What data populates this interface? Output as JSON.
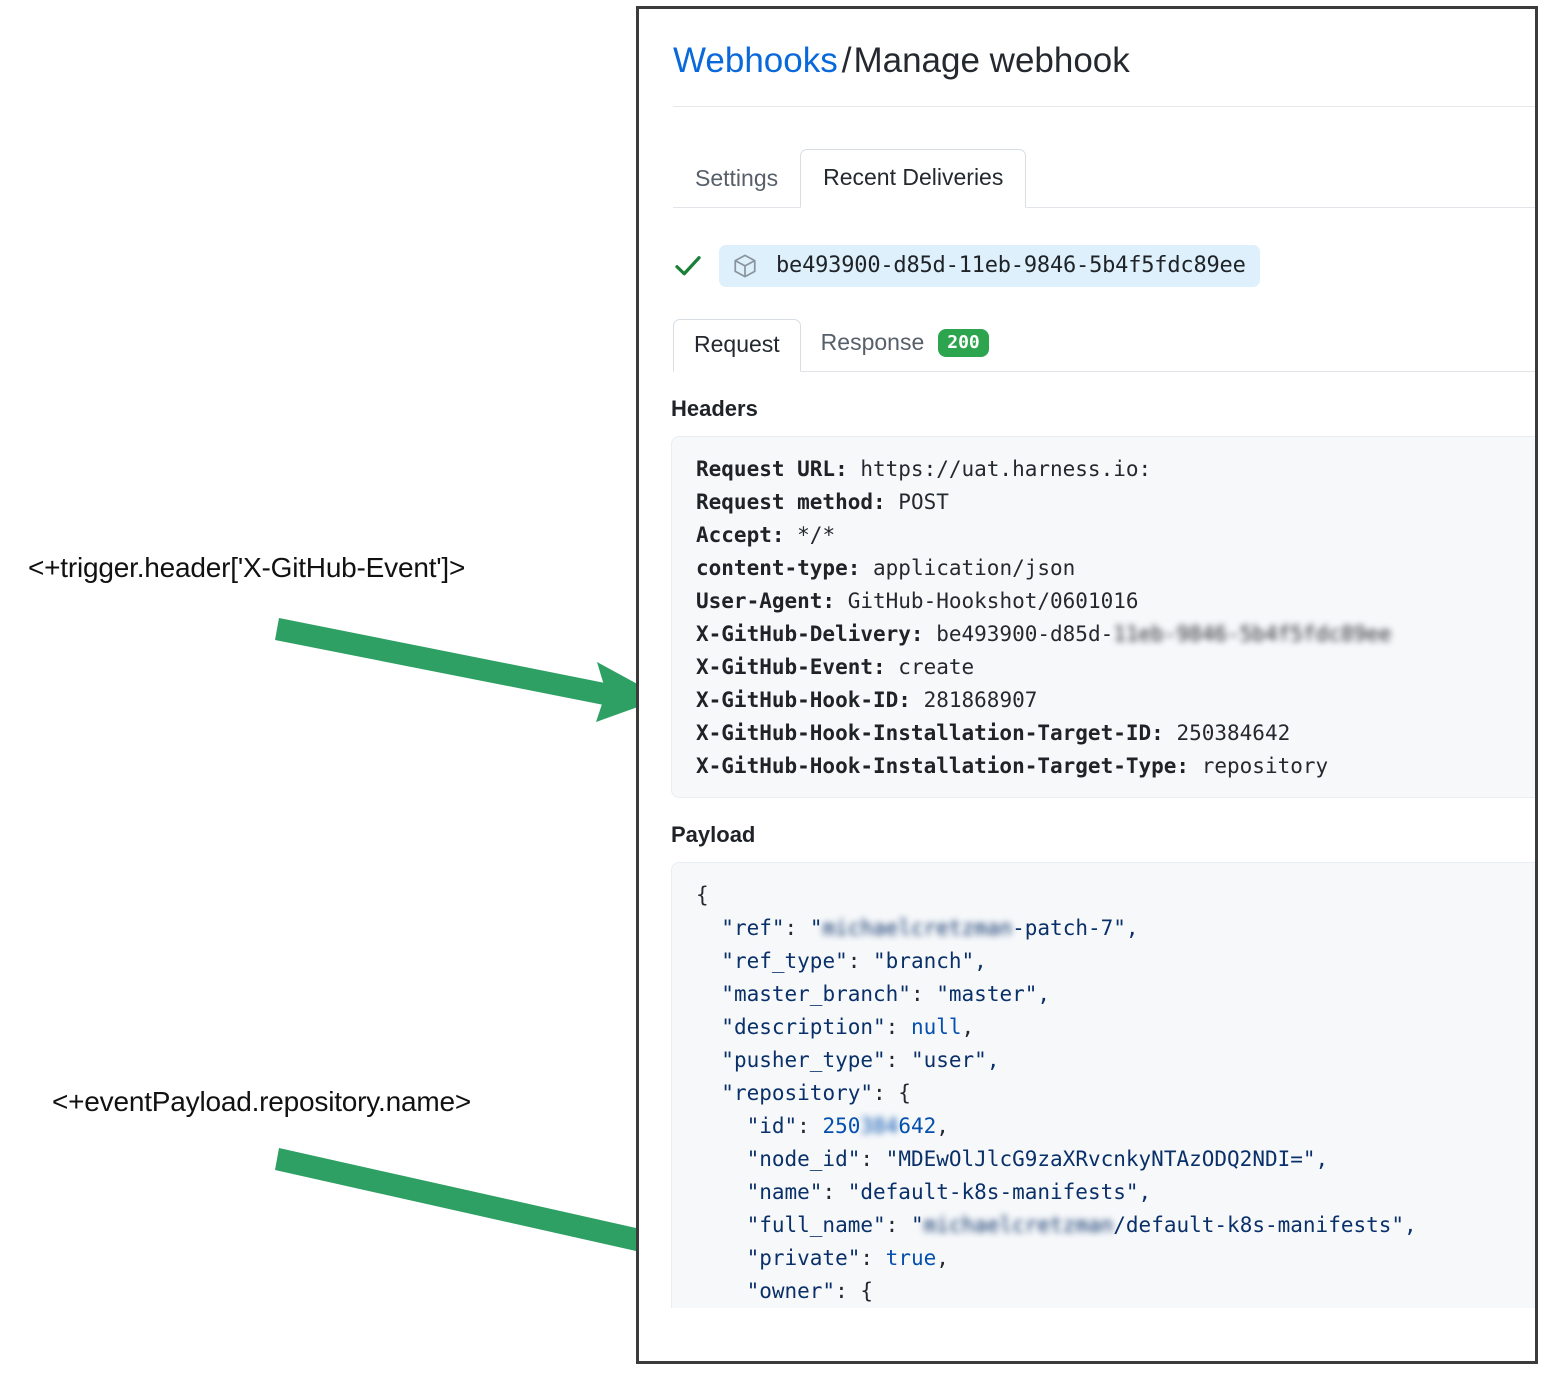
{
  "annotations": [
    {
      "text": "<+trigger.header['X-GitHub-Event']>"
    },
    {
      "text": "<+eventPayload.repository.name>"
    }
  ],
  "colors": {
    "link": "#0969da",
    "arrow_green": "#2ea063",
    "status_green": "#2da44e",
    "pill_blue": "#ddf0fb",
    "code_bg": "#f6f8fa",
    "json_string": "#0a3069",
    "json_literal": "#0550ae"
  },
  "panel": {
    "breadcrumb": {
      "parent": "Webhooks",
      "separator": "/",
      "current": "Manage webhook"
    },
    "tabs": [
      {
        "label": "Settings",
        "active": false
      },
      {
        "label": "Recent Deliveries",
        "active": true
      }
    ],
    "delivery": {
      "status_icon": "check-icon",
      "package_icon": "cube-icon",
      "id": "be493900-d85d-11eb-9846-5b4f5fdc89ee"
    },
    "subtabs": [
      {
        "label": "Request",
        "active": true,
        "badge": null
      },
      {
        "label": "Response",
        "active": false,
        "badge": "200"
      }
    ],
    "headers_section": {
      "title": "Headers",
      "rows": [
        {
          "key": "Request URL:",
          "value": "https://uat.harness.io:",
          "redacted": ""
        },
        {
          "key": "Request method:",
          "value": "POST",
          "redacted": ""
        },
        {
          "key": "Accept:",
          "value": "*/*",
          "redacted": ""
        },
        {
          "key": "content-type:",
          "value": "application/json",
          "redacted": ""
        },
        {
          "key": "User-Agent:",
          "value": "GitHub-Hookshot/0601016",
          "redacted": ""
        },
        {
          "key": "X-GitHub-Delivery:",
          "value": "be493900-d85d-",
          "redacted": "11eb-9846-5b4f5fdc89ee"
        },
        {
          "key": "X-GitHub-Event:",
          "value": "create",
          "redacted": ""
        },
        {
          "key": "X-GitHub-Hook-ID:",
          "value": "281868907",
          "redacted": ""
        },
        {
          "key": "X-GitHub-Hook-Installation-Target-ID:",
          "value": "250384642",
          "redacted": ""
        },
        {
          "key": "X-GitHub-Hook-Installation-Target-Type:",
          "value": "repository",
          "redacted": ""
        }
      ]
    },
    "payload_section": {
      "title": "Payload",
      "lines": [
        {
          "indent": 0,
          "segments": [
            {
              "t": "{",
              "c": "jpun"
            }
          ]
        },
        {
          "indent": 1,
          "segments": [
            {
              "t": "\"ref\"",
              "c": "jkey"
            },
            {
              "t": ": ",
              "c": "jpun"
            },
            {
              "t": "\"",
              "c": "jstr"
            },
            {
              "t": "michaelcretzman",
              "c": "jstr",
              "blur": true
            },
            {
              "t": "-patch-7\",",
              "c": "jstr"
            }
          ]
        },
        {
          "indent": 1,
          "segments": [
            {
              "t": "\"ref_type\"",
              "c": "jkey"
            },
            {
              "t": ": ",
              "c": "jpun"
            },
            {
              "t": "\"branch\",",
              "c": "jstr"
            }
          ]
        },
        {
          "indent": 1,
          "segments": [
            {
              "t": "\"master_branch\"",
              "c": "jkey"
            },
            {
              "t": ": ",
              "c": "jpun"
            },
            {
              "t": "\"master\",",
              "c": "jstr"
            }
          ]
        },
        {
          "indent": 1,
          "segments": [
            {
              "t": "\"description\"",
              "c": "jkey"
            },
            {
              "t": ": ",
              "c": "jpun"
            },
            {
              "t": "null",
              "c": "jlit"
            },
            {
              "t": ",",
              "c": "jpun"
            }
          ]
        },
        {
          "indent": 1,
          "segments": [
            {
              "t": "\"pusher_type\"",
              "c": "jkey"
            },
            {
              "t": ": ",
              "c": "jpun"
            },
            {
              "t": "\"user\",",
              "c": "jstr"
            }
          ]
        },
        {
          "indent": 1,
          "segments": [
            {
              "t": "\"repository\"",
              "c": "jkey"
            },
            {
              "t": ": {",
              "c": "jpun"
            }
          ]
        },
        {
          "indent": 2,
          "segments": [
            {
              "t": "\"id\"",
              "c": "jkey"
            },
            {
              "t": ": ",
              "c": "jpun"
            },
            {
              "t": "250",
              "c": "jnum"
            },
            {
              "t": "384",
              "c": "jnum",
              "blur": true
            },
            {
              "t": "642",
              "c": "jnum"
            },
            {
              "t": ",",
              "c": "jpun"
            }
          ]
        },
        {
          "indent": 2,
          "segments": [
            {
              "t": "\"node_id\"",
              "c": "jkey"
            },
            {
              "t": ": ",
              "c": "jpun"
            },
            {
              "t": "\"MDEwOlJlcG9zaXRvcnkyNTAzODQ2NDI=\",",
              "c": "jstr"
            }
          ]
        },
        {
          "indent": 2,
          "segments": [
            {
              "t": "\"name\"",
              "c": "jkey"
            },
            {
              "t": ": ",
              "c": "jpun"
            },
            {
              "t": "\"default-k8s-manifests\",",
              "c": "jstr"
            }
          ]
        },
        {
          "indent": 2,
          "segments": [
            {
              "t": "\"full_name\"",
              "c": "jkey"
            },
            {
              "t": ": ",
              "c": "jpun"
            },
            {
              "t": "\"",
              "c": "jstr"
            },
            {
              "t": "michaelcretzman",
              "c": "jstr",
              "blur": true
            },
            {
              "t": "/default-k8s-manifests\",",
              "c": "jstr"
            }
          ]
        },
        {
          "indent": 2,
          "segments": [
            {
              "t": "\"private\"",
              "c": "jkey"
            },
            {
              "t": ": ",
              "c": "jpun"
            },
            {
              "t": "true",
              "c": "jlit"
            },
            {
              "t": ",",
              "c": "jpun"
            }
          ]
        },
        {
          "indent": 2,
          "segments": [
            {
              "t": "\"owner\"",
              "c": "jkey"
            },
            {
              "t": ": {",
              "c": "jpun"
            }
          ]
        }
      ]
    }
  }
}
